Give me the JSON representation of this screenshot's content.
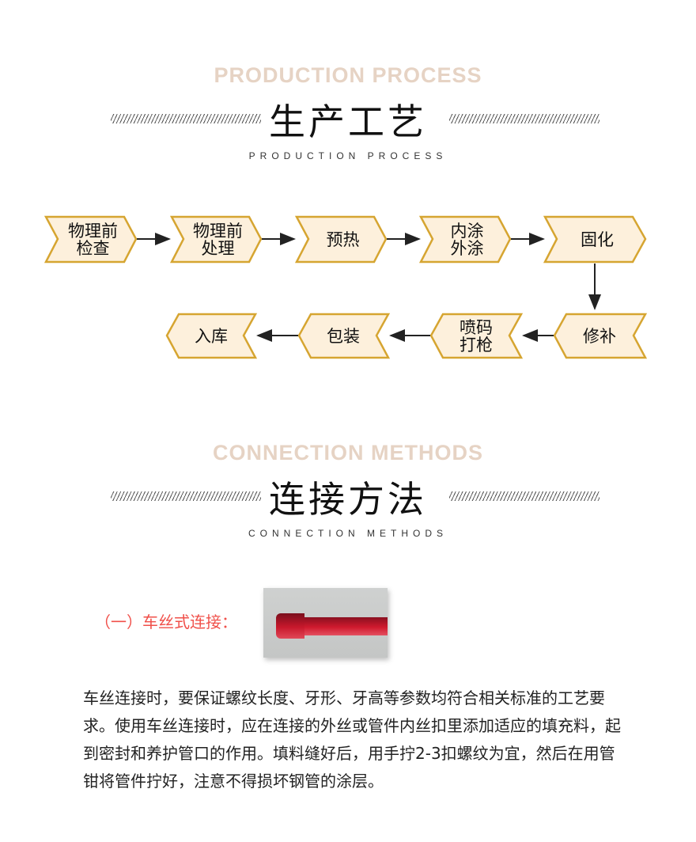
{
  "section1": {
    "en_title": "PRODUCTION PROCESS",
    "cn_title": "生产工艺",
    "en_sub": "PRODUCTION PROCESS"
  },
  "process_steps": [
    {
      "line1": "物理前",
      "line2": "检查"
    },
    {
      "line1": "物理前",
      "line2": "处理"
    },
    {
      "line1": "预热",
      "line2": ""
    },
    {
      "line1": "内涂",
      "line2": "外涂"
    },
    {
      "line1": "固化",
      "line2": ""
    },
    {
      "line1": "修补",
      "line2": ""
    },
    {
      "line1": "喷码",
      "line2": "打枪"
    },
    {
      "line1": "包装",
      "line2": ""
    },
    {
      "line1": "入库",
      "line2": ""
    }
  ],
  "section2": {
    "en_title": "CONNECTION METHODS",
    "cn_title": "连接方法",
    "en_sub": "CONNECTION METHODS"
  },
  "subheading": "（一）车丝式连接：",
  "body_text": "车丝连接时，要保证螺纹长度、牙形、牙高等参数均符合相关标准的工艺要求。使用车丝连接时，应在连接的外丝或管件内丝扣里添加适应的填充料，起到密封和养护管口的作用。填料缝好后，用手拧2-3扣螺纹为宜，然后在用管钳将管件拧好，注意不得损坏钢管的涂层。",
  "colors": {
    "step_fill": "#fdf0dc",
    "step_stroke": "#d6a531",
    "accent_red": "#f0504a",
    "header_tan": "#e6d3c4"
  }
}
